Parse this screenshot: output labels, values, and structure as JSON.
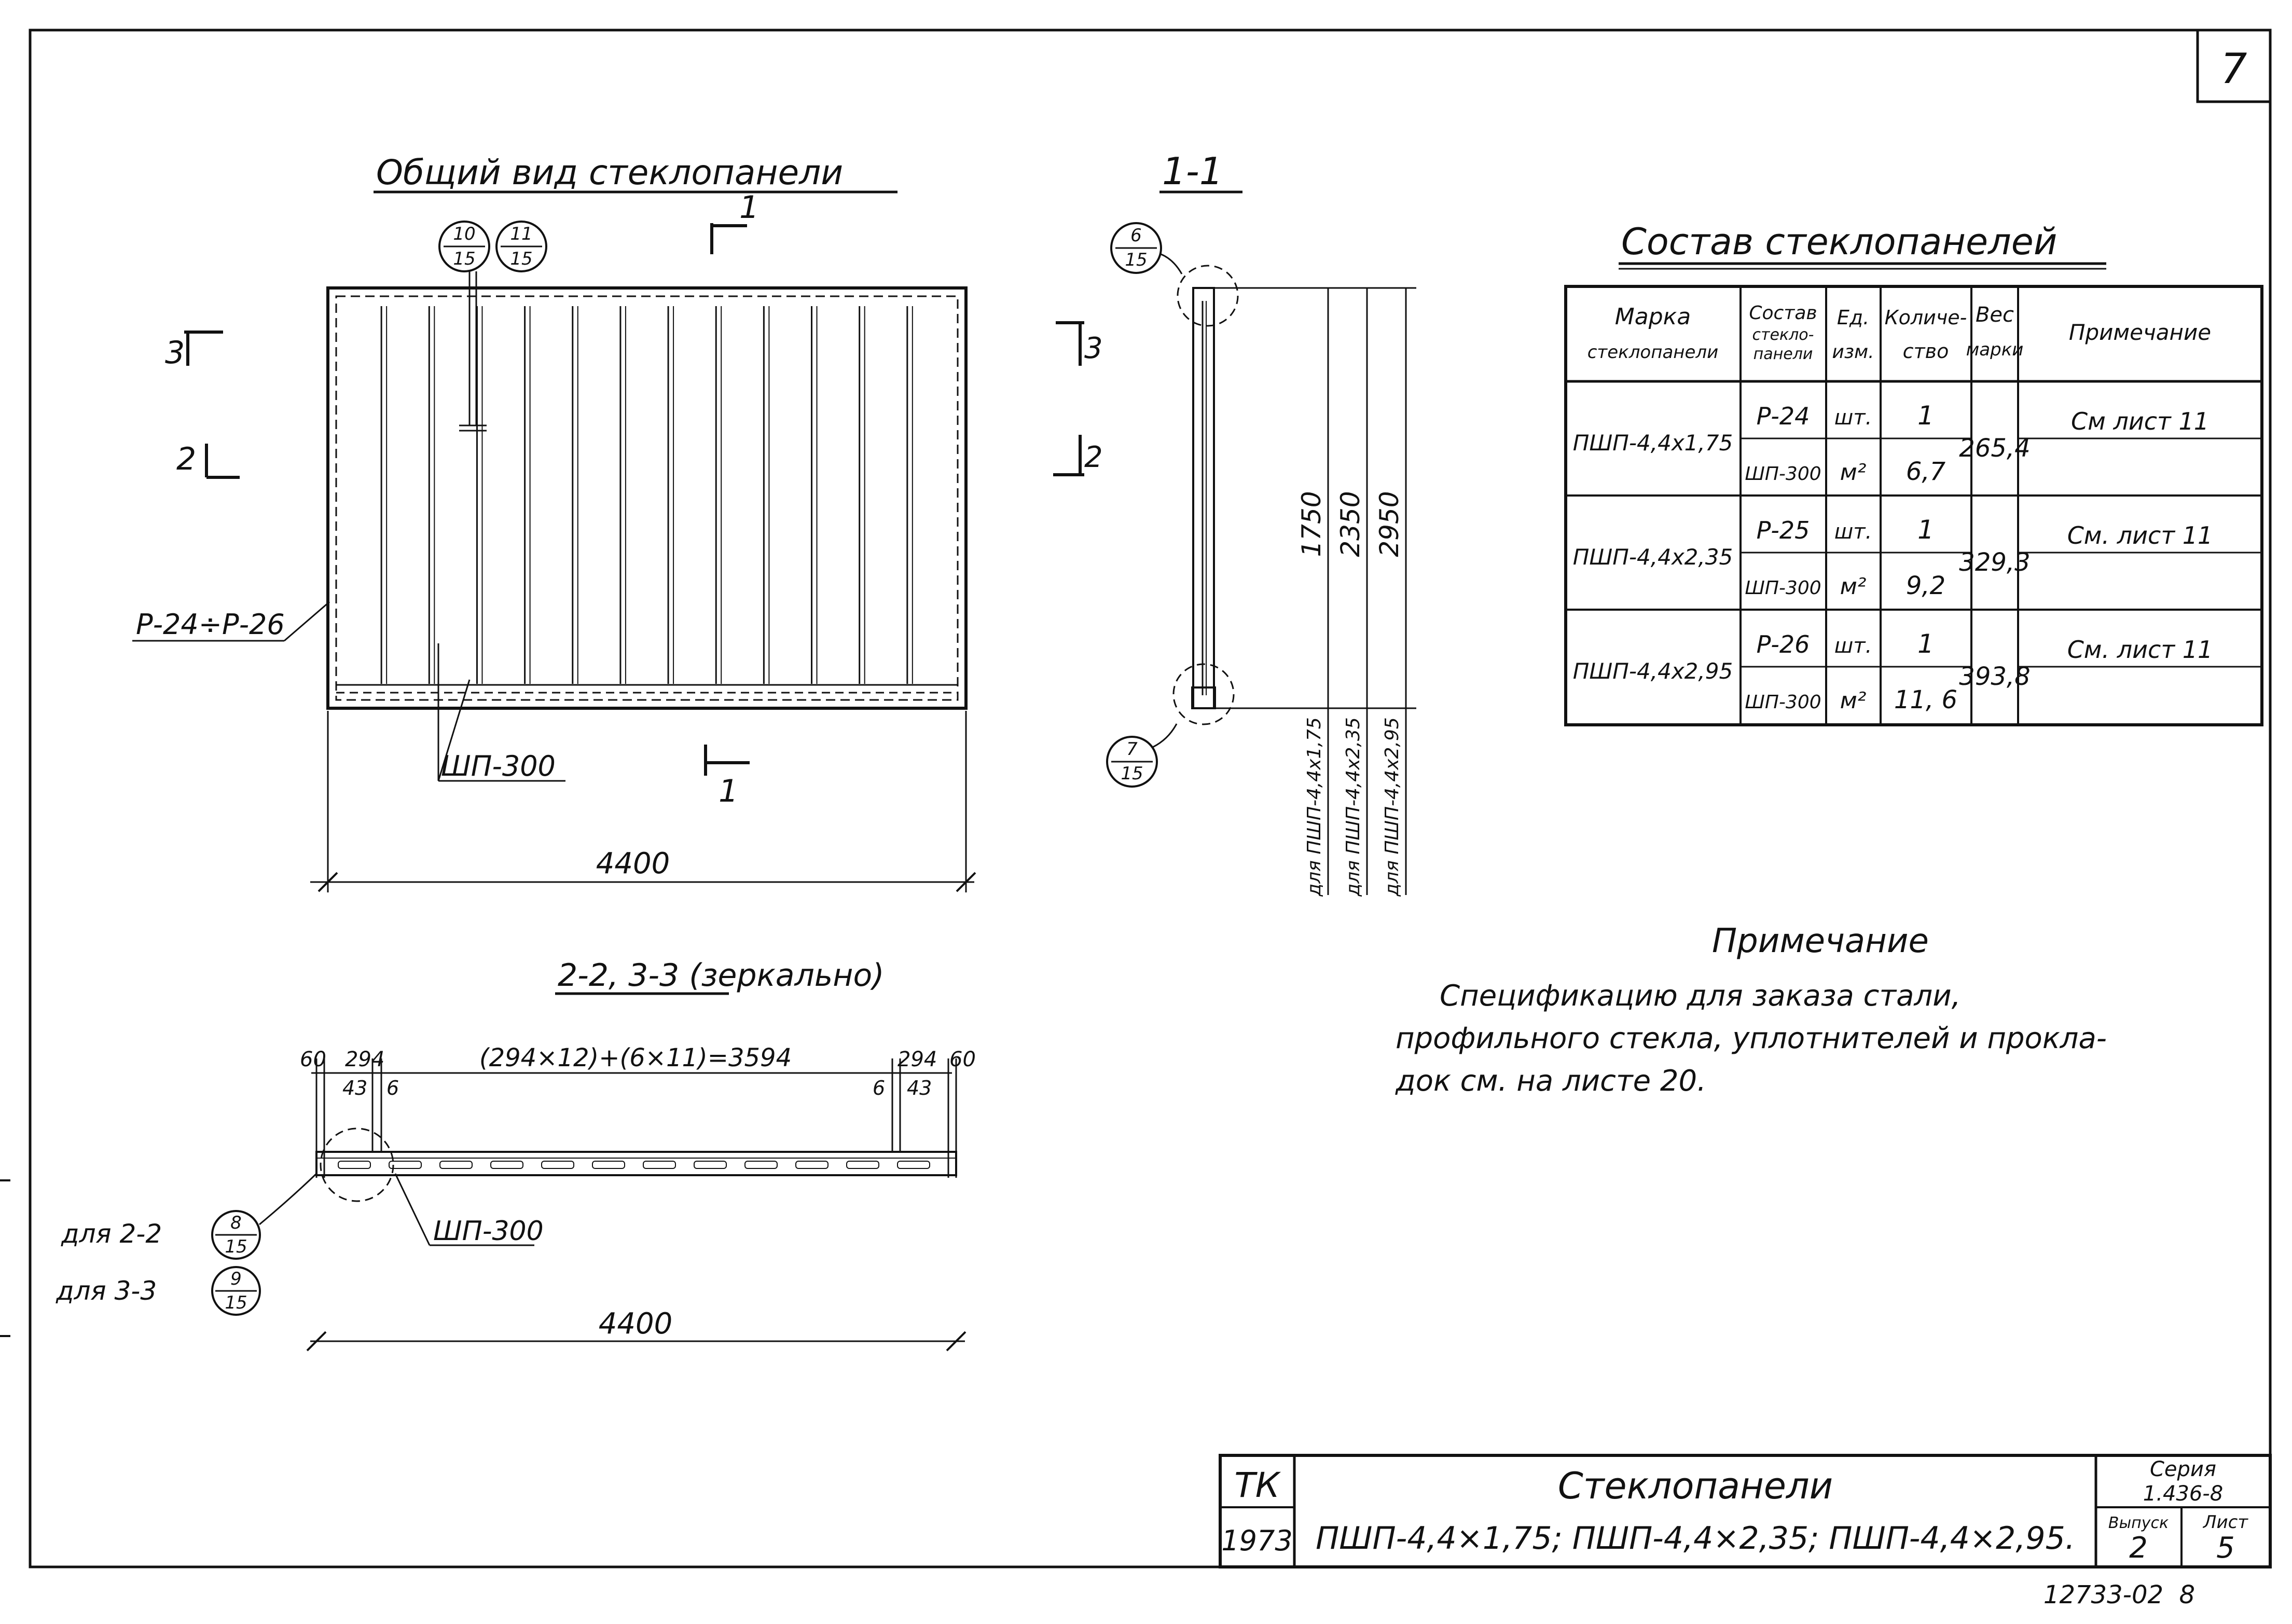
{
  "sheet_number": "7",
  "general_view": {
    "title": "Общий вид стеклопанели",
    "width_label": "4400",
    "profile_label": "Р-24÷Р-26",
    "glass_label": "ШП-300",
    "cut_1": "1",
    "cut_2": "2",
    "cut_3": "3",
    "callout_a_top": "10",
    "callout_a_bottom": "15",
    "callout_b_top": "11",
    "callout_b_bottom": "15"
  },
  "section_1_1": {
    "title": "1-1",
    "callout_top_top": "6",
    "callout_top_bottom": "15",
    "callout_bot_top": "7",
    "callout_bot_bottom": "15",
    "cut_3": "3",
    "cut_2": "2",
    "dims": [
      "1750",
      "2350",
      "2950"
    ],
    "dim_notes": [
      "для ПШП-4,4х1,75",
      "для ПШП-4,4х2,35",
      "для ПШП-4,4х2,95"
    ]
  },
  "section_2_2": {
    "title": "2-2, 3-3 (зеркально)",
    "dim_60_left": "60",
    "dim_294_left": "294",
    "dim_43_left": "43",
    "dim_6_left": "6",
    "dim_formula": "(294×12)+(6×11)=3594",
    "dim_294_right": "294",
    "dim_60_right": "60",
    "dim_6_right": "6",
    "dim_43_right": "43",
    "glass_label": "ШП-300",
    "width_label": "4400",
    "for_2_2": "для 2-2",
    "for_3_3": "для 3-3",
    "callout_a_top": "8",
    "callout_a_bottom": "15",
    "callout_b_top": "9",
    "callout_b_bottom": "15"
  },
  "composition_table": {
    "title": "Состав стеклопанелей",
    "headers": {
      "mark_1": "Марка",
      "mark_2": "стеклопанели",
      "comp_1": "Состав",
      "comp_2": "стекло-",
      "comp_3": "панели",
      "unit_1": "Ед.",
      "unit_2": "изм.",
      "qty_1": "Количе-",
      "qty_2": "ство",
      "weight_1": "Вес",
      "weight_2": "марки",
      "note": "Примечание"
    },
    "groups": [
      {
        "mark": "ПШП-4,4х1,75",
        "weight": "265,4",
        "note": "См лист 11",
        "rows": [
          {
            "comp": "Р-24",
            "unit": "шт.",
            "qty": "1"
          },
          {
            "comp": "ШП-300",
            "unit": "м²",
            "qty": "6,7"
          }
        ]
      },
      {
        "mark": "ПШП-4,4х2,35",
        "weight": "329,3",
        "note": "См. лист 11",
        "rows": [
          {
            "comp": "Р-25",
            "unit": "шт.",
            "qty": "1"
          },
          {
            "comp": "ШП-300",
            "unit": "м²",
            "qty": "9,2"
          }
        ]
      },
      {
        "mark": "ПШП-4,4х2,95",
        "weight": "393,8",
        "note": "См. лист 11",
        "rows": [
          {
            "comp": "Р-26",
            "unit": "шт.",
            "qty": "1"
          },
          {
            "comp": "ШП-300",
            "unit": "м²",
            "qty": "11, 6"
          }
        ]
      }
    ]
  },
  "note": {
    "heading": "Примечание",
    "line_1": "Спецификацию для заказа стали,",
    "line_2": "профильного стекла, уплотнителей и прокла-",
    "line_3": "док см. на листе 20."
  },
  "title_block": {
    "org": "ТК",
    "year": "1973",
    "title": "Стеклопанели",
    "subtitle": "ПШП-4,4×1,75; ПШП-4,4×2,35; ПШП-4,4×2,95.",
    "series_label": "Серия",
    "series_value": "1.436-8",
    "issue_label": "Выпуск",
    "issue_value": "2",
    "sheet_label": "Лист",
    "sheet_value": "5"
  },
  "archive_number": "12733-02  8"
}
